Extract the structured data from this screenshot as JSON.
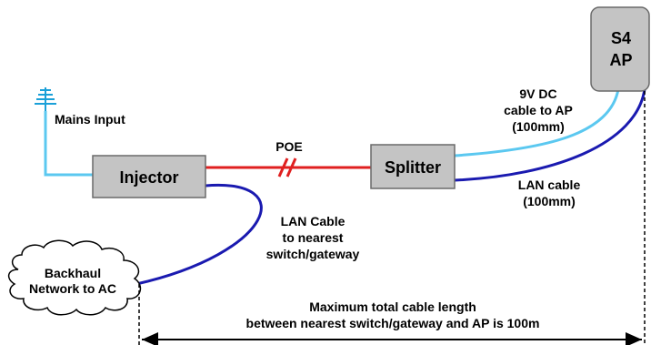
{
  "nodes": {
    "injector": "Injector",
    "splitter": "Splitter",
    "ap_line1": "S4",
    "ap_line2": "AP",
    "backhaul_line1": "Backhaul",
    "backhaul_line2": "Network to AC"
  },
  "labels": {
    "mains_input": "Mains Input",
    "poe": "POE",
    "dc_cable_line1": "9V DC",
    "dc_cable_line2": "cable to AP",
    "dc_cable_line3": "(100mm)",
    "lan_cable_ap_line1": "LAN cable",
    "lan_cable_ap_line2": "(100mm)",
    "lan_cable_switch_line1": "LAN Cable",
    "lan_cable_switch_line2": "to nearest",
    "lan_cable_switch_line3": "switch/gateway",
    "max_length_line1": "Maximum total cable length",
    "max_length_line2": "between nearest switch/gateway and AP is 100m"
  },
  "colors": {
    "mains_cable": "#5bc8f0",
    "poe_cable": "#e02020",
    "lan_cable": "#1a1ab0",
    "box_fill": "#c4c4c4",
    "box_stroke": "#6a6a6a"
  }
}
